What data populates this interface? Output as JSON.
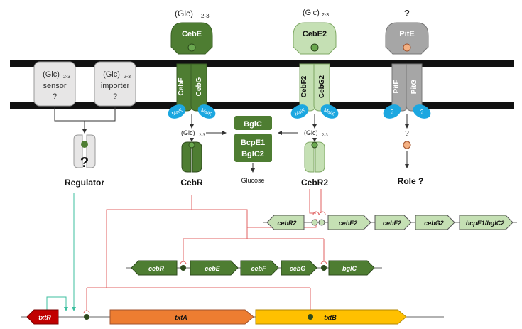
{
  "substrates": {
    "ceb": "(Glc)",
    "ceb_sub": "2-3",
    "ceb2": "(Glc)",
    "ceb2_sub": "2-3",
    "pit": "?"
  },
  "sensor": {
    "line1": "(Glc)",
    "sub": "2-3",
    "line2": "sensor",
    "line3": "?"
  },
  "importer": {
    "line1": "(Glc)",
    "sub": "2-3",
    "line2": "importer",
    "line3": "?"
  },
  "transporters": {
    "ceb": {
      "sbp": "CebE",
      "perm1": "CebF",
      "perm2": "CebG",
      "atpase": "MsiK"
    },
    "ceb2": {
      "sbp": "CebE2",
      "perm1": "CebF2",
      "perm2": "CebG2",
      "atpase": "MsiK"
    },
    "pit": {
      "sbp": "PitE",
      "perm1": "PitF",
      "perm2": "PitG",
      "atpase": "?"
    }
  },
  "cytoplasm": {
    "ceb_product": "(Glc)",
    "ceb_product_sub": "2-3",
    "ceb2_product": "(Glc)",
    "ceb2_product_sub": "2-3",
    "bglc": "BglC",
    "enz1": "BcpE1",
    "enz2": "BglC2",
    "glucose": "Glucose",
    "pit_q": "?"
  },
  "regulators": {
    "unknown": "Regulator",
    "unknown_mark": "?",
    "cebr": "CebR",
    "cebr2": "CebR2",
    "role": "Role ?"
  },
  "genes": {
    "operon1": [
      "cebR2",
      "cebE2",
      "cebF2",
      "cebG2",
      "bcpE1/bglC2"
    ],
    "operon2": [
      "cebR",
      "cebE",
      "cebF",
      "cebG",
      "bglC"
    ],
    "operon3": [
      "txtR",
      "txtA",
      "txtB"
    ]
  },
  "colors": {
    "dark_green": "#4e7d32",
    "light_green": "#c5e0b4",
    "grey": "#a6a6a6",
    "light_grey": "#e7e6e6",
    "msik_blue": "#1ca7e0",
    "txtR": "#c00000",
    "txtA": "#ed7d31",
    "txtB": "#ffc000",
    "repression_red": "#e06060",
    "activation_teal": "#3cbf9f"
  }
}
